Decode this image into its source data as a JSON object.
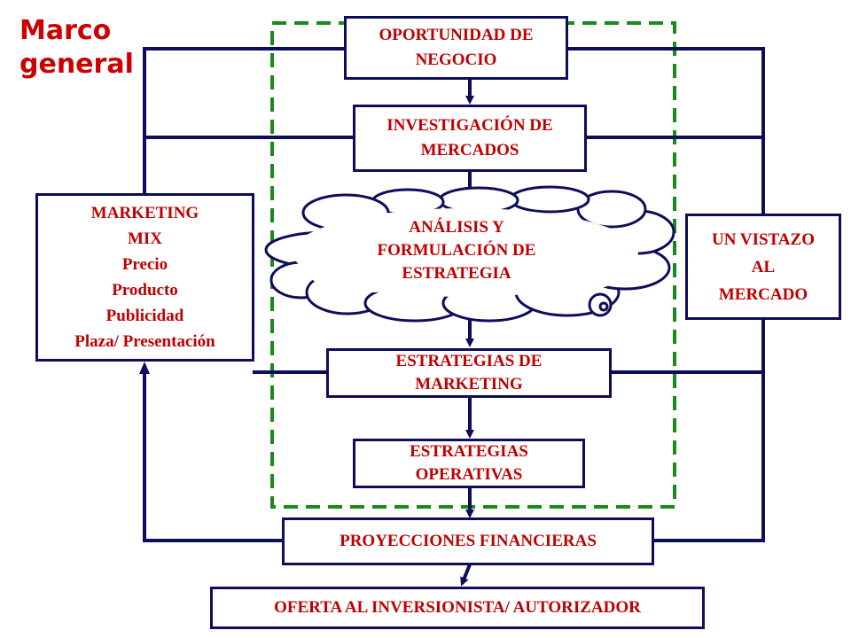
{
  "title": [
    "Marco",
    "general"
  ],
  "nodes": {
    "oportunidad": [
      "OPORTUNIDAD DE",
      "NEGOCIO"
    ],
    "investigacion": [
      "INVESTIGACIÓN DE",
      "MERCADOS"
    ],
    "analisis": [
      "ANÁLISIS Y",
      "FORMULACIÓN DE",
      "ESTRATEGIA"
    ],
    "estrategias_marketing": [
      "ESTRATEGIAS DE",
      "MARKETING"
    ],
    "estrategias_operativas": [
      "ESTRATEGIAS",
      "OPERATIVAS"
    ],
    "proyecciones": [
      "PROYECCIONES FINANCIERAS"
    ],
    "oferta": [
      "OFERTA AL INVERSIONISTA/ AUTORIZADOR"
    ],
    "marketing_mix": [
      "MARKETING",
      "MIX",
      "Precio",
      "Producto",
      "Publicidad",
      "Plaza/ Presentación"
    ],
    "vistazo": [
      "UN VISTAZO",
      "AL",
      "MERCADO"
    ]
  },
  "colors": {
    "text": "#c00000",
    "title": "#cc0000",
    "line": "#0d0d5c",
    "dashed_frame": "#1a8a1a"
  }
}
